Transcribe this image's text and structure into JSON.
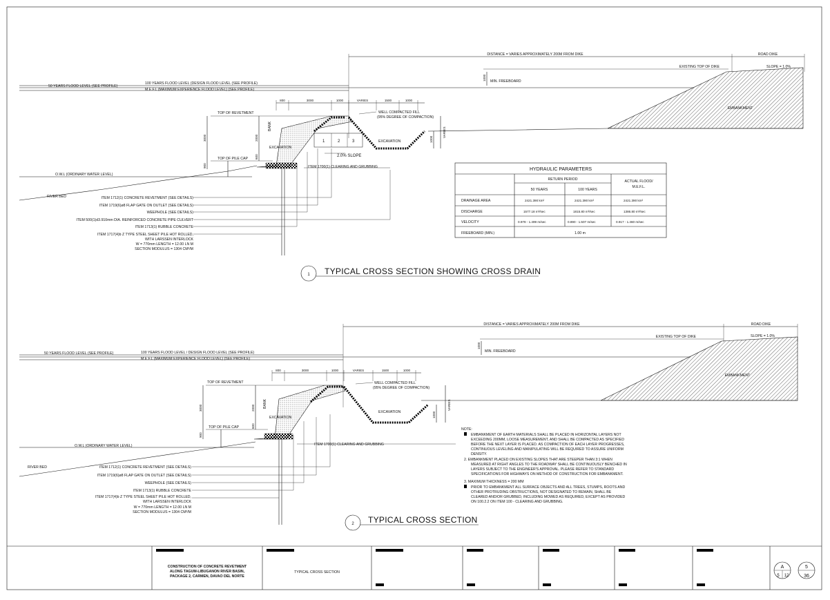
{
  "section1": {
    "distance": "DISTANCE = VARIES APPROXIMATELY 200M FROM DIKE",
    "road_dike": "ROAD DIKE",
    "existing_top": "EXISTING TOP OF DIKE",
    "slope_dike": "SLOPE = 1.0%",
    "freeboard": "MIN. FREEBOARD",
    "freeboard_dim": "1000",
    "flood50": "50 YEARS FLOOD LEVEL (SEE PROFILE)",
    "flood100": "100 YEARS FLOOD LEVEL (DESIGN FLOOD LEVEL (SEE PROFILE)",
    "mefl": "M.E.F.L (MAXIMUM EXPERIENCE FLOOD LEVEL) (SEE PROFILE)",
    "top_revetment": "TOP OF REVETMENT",
    "top_pile_cap": "TOP OF PILE CAP",
    "well_compacted": "WELL COMPACTED FILL",
    "compaction": "(95% DEGREE OF COMPACTION)",
    "excavation": "EXCAVATION",
    "bank": "BANK",
    "embankment": "EMBANKMENT",
    "slope2": "2.0% SLOPE",
    "clearing": "ITEM 1700(1) CLEARING AND GRUBBING",
    "owl": "O.W.L (ORDINARY WATER LEVEL)",
    "river_bed": "RIVER BED",
    "dims": [
      "800",
      "3000",
      "1000",
      "VARIES",
      "1500",
      "1000"
    ],
    "vdims": [
      "3000",
      "2000",
      "600",
      "900"
    ],
    "cells": [
      "1",
      "2",
      "3"
    ],
    "callouts": [
      "ITEM 1712(1) CONCRETE REVETMENT (SEE DETAILS)",
      "ITEM 1719(6)ø8 FLAP GATE ON OUTLET (SEE DETAILS)",
      "WEEPHOLE (SEE DETAILS)",
      "ITEM 500(1)d3.910mm DIA. REINFORCED CONCRETE PIPE CULVERT",
      "ITEM 1713(1) RUBBLE CONCRETE",
      "ITEM 1717(4)b Z TYPE STEEL SHEET PILE HOT ROLLED,",
      "WITH LARSSEN INTERLOCK",
      "W = 770mm LENGTH = 12.00 LN M",
      "SECTION MODULUS = 1304 CM³/M"
    ],
    "title_num": "1",
    "title": "TYPICAL CROSS SECTION SHOWING CROSS DRAIN"
  },
  "section2": {
    "distance": "DISTANCE = VARIES APPROXIMATELY 200M FROM DIKE",
    "road_dike": "ROAD DIKE",
    "existing_top": "EXISTING TOP OF DIKE",
    "slope_dike": "SLOPE = 1.0%",
    "freeboard": "MIN. FREEBOARD",
    "freeboard_dim": "1000",
    "flood50": "50 YEARS FLOOD LEVEL (SEE PROFILE)",
    "flood100": "100 YEARS FLOOD LEVEL / DESIGN FLOOD LEVEL (SEE PROFILE)",
    "mefl": "M.E.F.L (MAXIMUM EXPERIENCE FLOOD LEVEL) (SEE PROFILE)",
    "top_revetment": "TOP OF REVETMENT",
    "top_pile_cap": "TOP OF PILE CAP",
    "well_compacted": "WELL COMPACTED FILL",
    "compaction": "(95% DEGREE OF COMPACTION)",
    "excavation": "EXCAVATION",
    "bank": "BANK",
    "embankment": "EMBANKMENT",
    "clearing": "ITEM 1700(1) CLEARING AND GRUBBING",
    "owl": "O.W.L (ORDINARY WATER LEVEL)",
    "river_bed": "RIVER BED",
    "dims": [
      "800",
      "3000",
      "1000",
      "VARIES",
      "1500",
      "1000"
    ],
    "vdims": [
      "3000",
      "2000",
      "600",
      "900"
    ],
    "callouts": [
      "ITEM 1712(1) CONCRETE REVETMENT (SEE DETAILS)",
      "ITEM 1719(6)ø8 FLAP GATE ON OUTLET (SEE DETAILS)",
      "WEEPHOLE (SEE DETAILS)",
      "ITEM 1713(1) RUBBLE CONCRETE",
      "ITEM 1717(4)b Z TYPE STEEL SHEET PILE HOT ROLLED,",
      "WITH LARSSEN INTERLOCK",
      "W = 770mm LENGTH = 12.00 LN M",
      "SECTION MODULUS = 1304 CM³/M"
    ],
    "title_num": "2",
    "title": "TYPICAL CROSS SECTION"
  },
  "hydraulic": {
    "title": "HYDRAULIC PARAMETERS",
    "return_period": "RETURN PERIOD",
    "col50": "50 YEARS",
    "col100": "100 YEARS",
    "actual": "ACTUAL FLOOD/",
    "mefl": "M.E.F.L.",
    "rows": [
      {
        "label": "DRAINAGE AREA",
        "v50": "2421.390 km²",
        "v100": "2421.390 km²",
        "va": "2421.390 km²"
      },
      {
        "label": "DISCHARGE",
        "v50": "1577.18 m³/sec",
        "v100": "1815.80 m³/sec",
        "va": "1386.80 m³/sec"
      },
      {
        "label": "VELOCITY",
        "v50": "0.978 - 1.499 m/sec",
        "v100": "0.890 - 1.507 m/sec",
        "va": "0.917 - 1.460 m/sec"
      }
    ],
    "freeboard_label": "FREEBOARD (MIN.)",
    "freeboard_value": "1.00 m"
  },
  "notes": {
    "heading": "NOTE:",
    "items": [
      [
        "EMBANKMENT OF EARTH MATERIALS SHALL BE PLACED IN HORIZONTAL LAYERS NOT",
        "EXCEEDING 200MM, LOOSE MEASUREMENT, AND SHALL BE COMPACTED AS SPECIFIED",
        "BEFORE THE NEXT LAYER IS PLACED. AS COMPACTION OF EACH LAYER PROGRESSES,",
        "CONTINUOUS LEVELING AND MANIPULATING WILL BE REQUIRED TO ASSURE UNIFORM",
        "DENSITY."
      ],
      [
        "2. EMBANKMENT PLACED ON EXISTING SLOPES THAT ARE STEEPER THAN 3:1 WHEN",
        "MEASURED AT RIGHT ANGLES TO THE ROADWAY SHALL BE CONTINUOUSLY BENCHED IN",
        "LAYERS SUBJECT TO THE ENGINEER'S APPROVAL. PLEASE REFER TO STANDARD",
        "SPECIFICATIONS FOR HIGHWAYS ON METHOD OF CONSTRUCTION FOR EMBANKMENT."
      ],
      [
        "3. MAXIMUM THICKNESS = 200 MM"
      ],
      [
        "PRIOR TO EMBANKMENT ALL SURFACE OBJECTS AND ALL TREES, STUMPS, ROOTS AND",
        "OTHER PROTRUDING OBSTRUCTIONS, NOT DESIGNATED TO REMAIN, SHALL BE",
        "CLEARED AND/OR GRUBBED, INCLUDING MOWED AS REQUIRED, EXCEPT AS PROVIDED",
        "ON 100.2.2 ON ITEM 100 - CLEARING AND GRUBBING."
      ]
    ]
  },
  "titleblock": {
    "project": [
      "CONSTRUCTION OF CONCRETE REVETMENT",
      "ALONG TAGUM-LIBUGANON RIVER BASIN,",
      "PACKAGE 2, CARMEN, DAVAO DEL NORTE"
    ],
    "sheet_title": "TYPICAL CROSS SECTION",
    "ref_letter": "A",
    "ref_num": "5",
    "ref_den": "12",
    "sheet_num": "5",
    "sheet_total": "36"
  }
}
